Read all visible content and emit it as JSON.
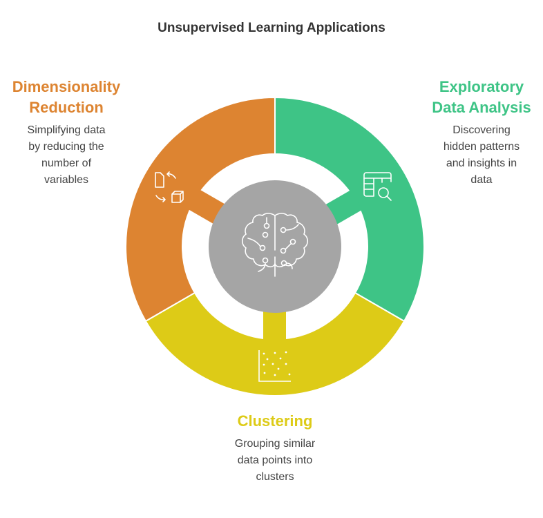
{
  "title": "Unsupervised Learning Applications",
  "colors": {
    "orange": "#DD8431",
    "green": "#3EC486",
    "yellow": "#DDCB17",
    "center": "#A5A5A5"
  },
  "center_icon": "brain-circuit-icon",
  "segments": [
    {
      "id": "dimensionality",
      "title_lines": [
        "Dimensionality",
        "Reduction"
      ],
      "desc_lines": [
        "Simplifying data",
        "by reducing the",
        "number of",
        "variables"
      ],
      "icon": "transform-icon"
    },
    {
      "id": "eda",
      "title_lines": [
        "Exploratory",
        "Data Analysis"
      ],
      "desc_lines": [
        "Discovering",
        "hidden patterns",
        "and insights in",
        "data"
      ],
      "icon": "table-search-icon"
    },
    {
      "id": "clustering",
      "title_lines": [
        "Clustering"
      ],
      "desc_lines": [
        "Grouping similar",
        "data points into",
        "clusters"
      ],
      "icon": "scatter-plot-icon"
    }
  ]
}
